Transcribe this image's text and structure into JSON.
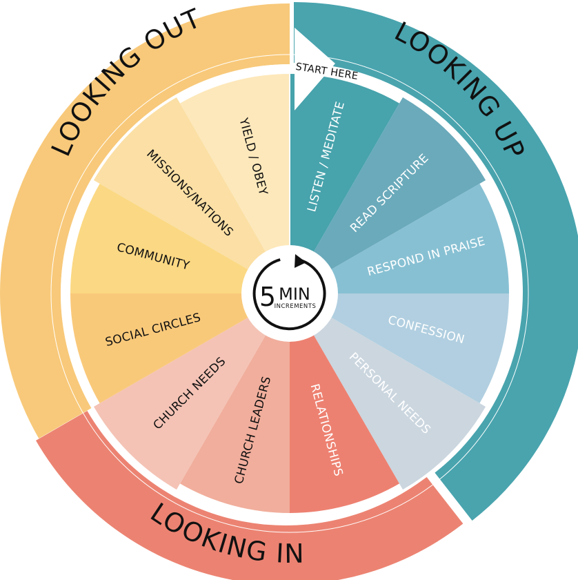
{
  "start_label": "START HERE",
  "center_badge": {
    "number": "5",
    "unit": "MIN",
    "caption": "INCREMENTS"
  },
  "outer_ring": [
    {
      "label": "LOOKING UP",
      "color": "#49a4ae"
    },
    {
      "label": "LOOKING IN",
      "color": "#ec8372"
    },
    {
      "label": "LOOKING OUT",
      "color": "#f8c97a"
    }
  ],
  "segments": [
    {
      "label": "LISTEN / MEDITATE",
      "color": "#47a3ac",
      "text_color": "#ffffff"
    },
    {
      "label": "READ SCRIPTURE",
      "color": "#6aaabb",
      "text_color": "#ffffff"
    },
    {
      "label": "RESPOND IN PRAISE",
      "color": "#87c0d3",
      "text_color": "#ffffff"
    },
    {
      "label": "CONFESSION",
      "color": "#b1cfe0",
      "text_color": "#ffffff"
    },
    {
      "label": "PERSONAL NEEDS",
      "color": "#cbd6df",
      "text_color": "#ffffff"
    },
    {
      "label": "RELATIONSHIPS",
      "color": "#ed8171",
      "text_color": "#ffffff"
    },
    {
      "label": "CHURCH LEADERS",
      "color": "#f1ae9c",
      "text_color": "#111111"
    },
    {
      "label": "CHURCH NEEDS",
      "color": "#f4c3b5",
      "text_color": "#111111"
    },
    {
      "label": "SOCIAL CIRCLES",
      "color": "#f9c97a",
      "text_color": "#111111"
    },
    {
      "label": "COMMUNITY",
      "color": "#fbd883",
      "text_color": "#111111"
    },
    {
      "label": "MISSIONS/NATIONS",
      "color": "#fbdfa4",
      "text_color": "#111111"
    },
    {
      "label": "YIELD / OBEY",
      "color": "#fde8bb",
      "text_color": "#111111"
    }
  ]
}
